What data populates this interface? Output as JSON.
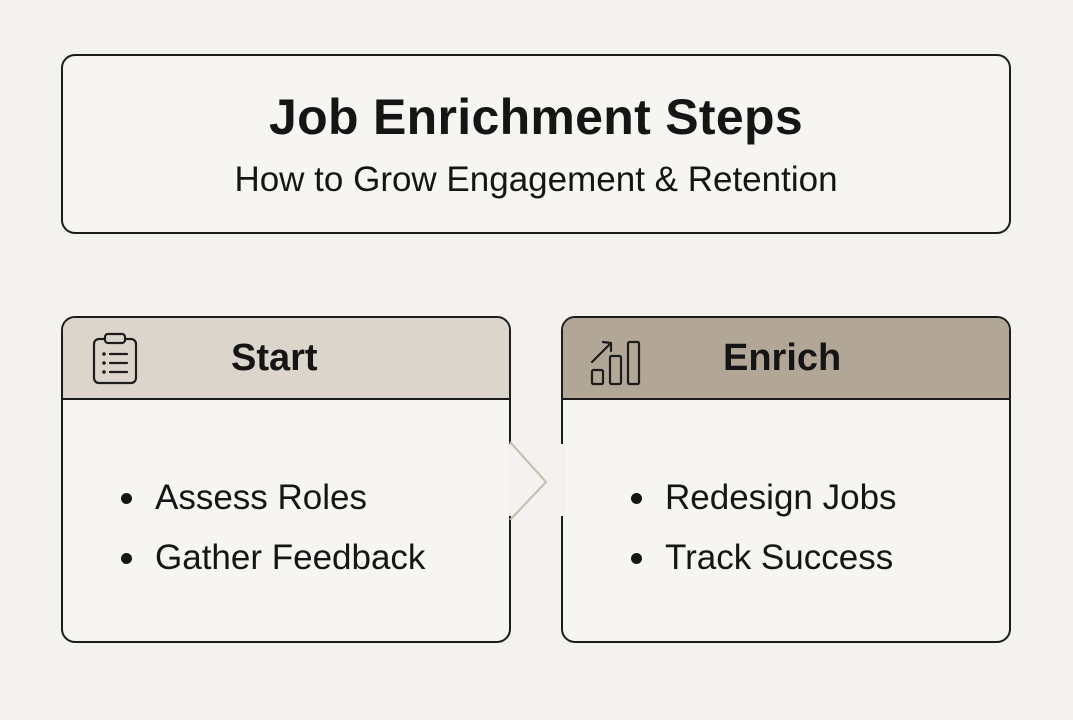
{
  "header": {
    "title": "Job Enrichment Steps",
    "subtitle": "How to Grow Engagement & Retention"
  },
  "steps": [
    {
      "title": "Start",
      "icon": "clipboard-list-icon",
      "header_color": "#dcd5cb",
      "items": [
        "Assess Roles",
        "Gather Feedback"
      ]
    },
    {
      "title": "Enrich",
      "icon": "growth-bar-chart-icon",
      "header_color": "#b2a697",
      "items": [
        "Redesign Jobs",
        "Track Success"
      ]
    }
  ],
  "connector": {
    "icon": "chevron-right-arrow-icon",
    "color": "#c9c0b2"
  }
}
